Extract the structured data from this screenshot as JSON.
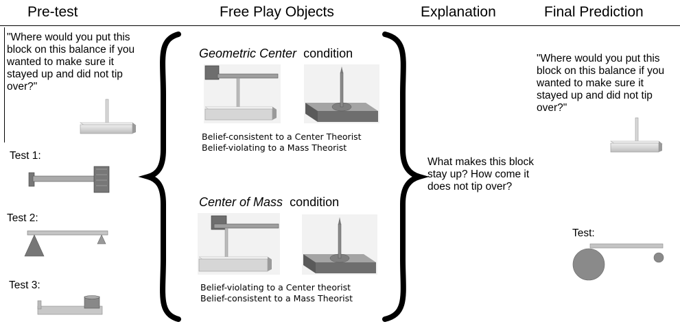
{
  "headers": {
    "pretest": "Pre-test",
    "free_play": "Free Play Objects",
    "explanation": "Explanation",
    "final_prediction": "Final Prediction"
  },
  "pretest": {
    "question": "\"Where would you put this block on this balance if you wanted to make sure it stayed up and did not tip over?\"",
    "tests": [
      "Test 1:",
      "Test 2:",
      "Test 3:"
    ]
  },
  "free_play": {
    "geometric": {
      "name": "Geometric Center",
      "suffix": "condition",
      "line1": "Belief-consistent to a Center Theorist",
      "line2": "Belief-violating to a Mass Theorist"
    },
    "mass": {
      "name": "Center of Mass",
      "suffix": "condition",
      "line1": "Belief-violating to a Center theorist",
      "line2": "Belief-consistent to a Mass Theorist"
    }
  },
  "explanation": {
    "question": "What makes this block stay up? How come it does not tip over?"
  },
  "final": {
    "question": "\"Where would you put this block on this balance if you wanted to make sure it stayed up and did not tip over?\"",
    "test": "Test:"
  }
}
